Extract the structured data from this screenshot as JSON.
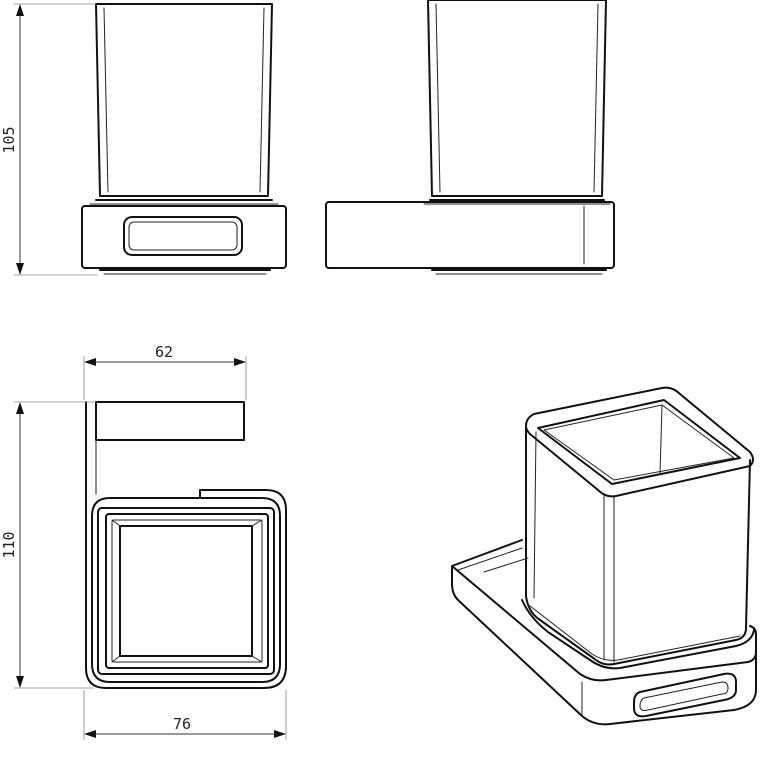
{
  "dimensions": {
    "front_height": "105",
    "side_height": "110",
    "top_width": "62",
    "base_width": "76"
  }
}
